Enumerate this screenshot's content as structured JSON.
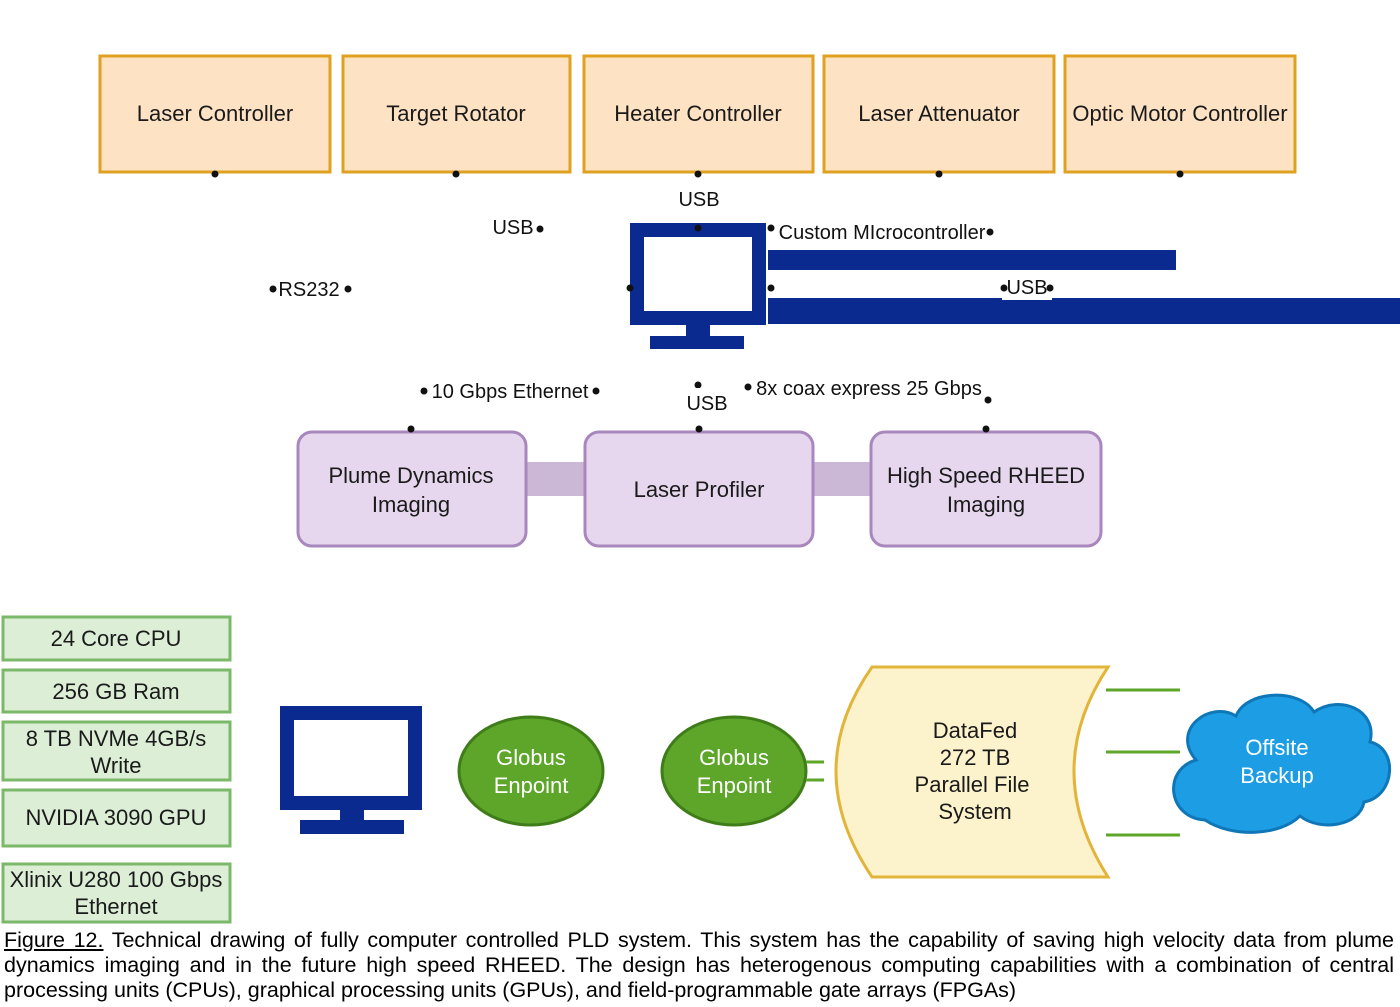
{
  "devices": [
    {
      "id": "laser-controller",
      "label": "Laser Controller"
    },
    {
      "id": "target-rotator",
      "label": "Target Rotator"
    },
    {
      "id": "heater-controller",
      "label": "Heater Controller"
    },
    {
      "id": "laser-attenuator",
      "label": "Laser Attenuator"
    },
    {
      "id": "optic-motor-controller",
      "label": "Optic Motor Controller"
    }
  ],
  "connection_labels": {
    "usb_heater": "USB",
    "usb_rotator": "USB",
    "custom_microcontroller": "Custom MIcrocontroller",
    "rs232": "RS232",
    "usb_right": "USB",
    "ethernet_10g": "10 Gbps Ethernet",
    "usb_profiler": "USB",
    "coax": "8x coax express 25 Gbps"
  },
  "imaging": [
    {
      "id": "plume-dynamics",
      "lines": [
        "Plume Dynamics",
        "Imaging"
      ]
    },
    {
      "id": "laser-profiler",
      "lines": [
        "Laser Profiler"
      ]
    },
    {
      "id": "rheed",
      "lines": [
        "High Speed RHEED",
        "Imaging"
      ]
    }
  ],
  "specs": [
    {
      "lines": [
        "24 Core CPU"
      ]
    },
    {
      "lines": [
        "256 GB Ram"
      ]
    },
    {
      "lines": [
        "8 TB NVMe 4GB/s",
        "Write"
      ]
    },
    {
      "lines": [
        "NVIDIA 3090 GPU"
      ]
    },
    {
      "lines": [
        "Xlinix U280 100 Gbps",
        "Ethernet"
      ]
    }
  ],
  "globus": [
    {
      "lines": [
        "Globus",
        "Enpoint"
      ]
    },
    {
      "lines": [
        "Globus",
        "Enpoint"
      ]
    }
  ],
  "datafed": {
    "lines": [
      "DataFed",
      "272 TB",
      "Parallel File",
      "System"
    ]
  },
  "offsite": {
    "lines": [
      "Offsite",
      "Backup"
    ]
  },
  "caption": {
    "label": "Figure 12.",
    "text": " Technical drawing of fully computer controlled PLD system. This system has the capability of saving high velocity data from plume dynamics imaging and in the future high speed RHEED. The design has heterogenous computing capabilities with a combination of central processing units (CPUs), graphical processing units (GPUs), and field-programmable gate arrays (FPGAs)"
  },
  "colors": {
    "device_fill": "#fde3c4",
    "device_stroke": "#e0a020",
    "imaging_fill": "#e6d7ee",
    "imaging_stroke": "#a887bd",
    "spec_fill": "#dcefd6",
    "spec_stroke": "#7cb86a",
    "globus_fill": "#5da62a",
    "globus_stroke": "#3f7d19",
    "datafed_fill": "#fcf2cc",
    "datafed_stroke": "#e2b53a",
    "cloud_fill": "#1c9de4",
    "cloud_stroke": "#0f77b8",
    "monitor": "#0b2a8f"
  }
}
